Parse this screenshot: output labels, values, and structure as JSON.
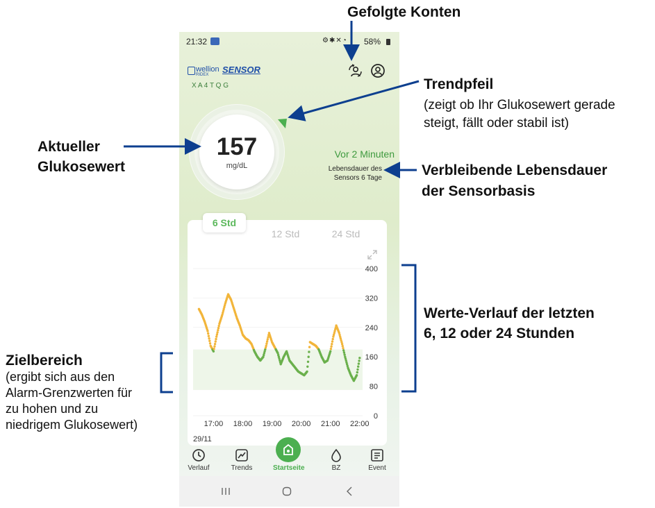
{
  "annotations": {
    "followed_accounts": "Gefolgte Konten",
    "trend_arrow_title": "Trendpfeil",
    "trend_arrow_desc_1": "(zeigt ob Ihr Glukosewert gerade",
    "trend_arrow_desc_2": "steigt, fällt oder stabil ist)",
    "current_glucose_1": "Aktueller",
    "current_glucose_2": "Glukosewert",
    "sensor_life_1": "Verbleibende Lebensdauer",
    "sensor_life_2": "der Sensorbasis",
    "history_1": "Werte-Verlauf der letzten",
    "history_2": "6, 12 oder 24 Stunden",
    "target_title": "Zielbereich",
    "target_desc_1": "(ergibt sich aus den",
    "target_desc_2": "Alarm-Grenzwerten für",
    "target_desc_3": "zu hohen und zu",
    "target_desc_4": "niedrigem Glukosewert)"
  },
  "status_bar": {
    "time": "21:32",
    "battery": "58%"
  },
  "header": {
    "brand": "wellion",
    "brand_sub": "RIDEX",
    "product": "SENSOR",
    "sensor_code": "X A 4 T Q G"
  },
  "glucose": {
    "value": "157",
    "unit": "mg/dL",
    "last_update": "Vor 2 Minuten",
    "life_line_1": "Lebensdauer des",
    "life_line_2": "Sensors 6 Tage"
  },
  "tabs": [
    "6 Std",
    "12 Std",
    "24 Std"
  ],
  "active_tab": 0,
  "chart_data": {
    "type": "scatter",
    "y_ticks": [
      "400",
      "320",
      "240",
      "160",
      "80",
      "0"
    ],
    "x_ticks": [
      "17:00",
      "18:00",
      "19:00",
      "20:00",
      "21:00",
      "22:00"
    ],
    "date_label": "29/11",
    "ylim": [
      0,
      400
    ],
    "target_range": [
      70,
      180
    ],
    "x_hours": [
      16.5,
      16.6,
      16.7,
      16.8,
      16.9,
      17.0,
      17.1,
      17.2,
      17.3,
      17.4,
      17.5,
      17.6,
      17.7,
      17.8,
      17.9,
      18.0,
      18.1,
      18.2,
      18.3,
      18.4,
      18.5,
      18.6,
      18.7,
      18.8,
      18.9,
      19.0,
      19.1,
      19.2,
      19.3,
      19.4,
      19.5,
      19.6,
      19.7,
      19.8,
      19.9,
      20.0,
      20.1,
      20.2,
      20.3,
      20.4,
      20.5,
      20.6,
      20.7,
      20.8,
      20.9,
      21.0,
      21.1,
      21.2,
      21.3,
      21.4,
      21.5,
      21.6,
      21.7,
      21.8,
      21.9,
      22.0
    ],
    "values": [
      290,
      275,
      255,
      230,
      190,
      175,
      215,
      250,
      275,
      305,
      330,
      315,
      290,
      265,
      245,
      220,
      210,
      205,
      195,
      175,
      160,
      150,
      160,
      190,
      225,
      200,
      185,
      170,
      140,
      160,
      175,
      150,
      140,
      130,
      120,
      115,
      110,
      120,
      200,
      195,
      190,
      180,
      160,
      145,
      150,
      175,
      215,
      245,
      225,
      195,
      160,
      130,
      110,
      95,
      110,
      157
    ],
    "high_color": "#f2b53a",
    "in_range_color": "#6ab04c"
  },
  "nav": [
    "Verlauf",
    "Trends",
    "Startseite",
    "BZ",
    "Event"
  ],
  "colors": {
    "accent": "#5cb85c",
    "annotation_blue": "#0d3f8f",
    "brand_blue": "#1f4fa8"
  }
}
